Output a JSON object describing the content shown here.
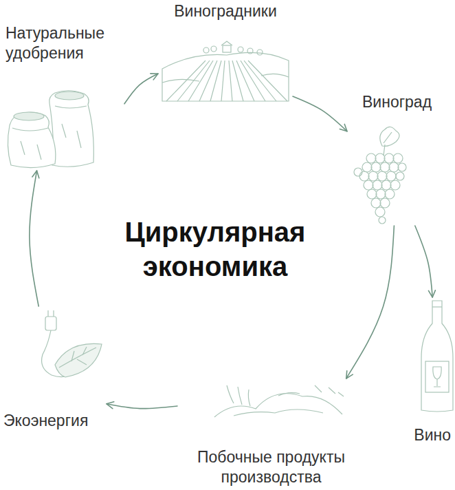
{
  "diagram": {
    "title": "Циркулярная экономика",
    "nodes": [
      {
        "text": [
          "Натуральные удобрения"
        ]
      },
      {
        "text": [
          "Виноградники"
        ]
      },
      {
        "text": [
          "Виноград"
        ]
      },
      {
        "text": [
          "Вино"
        ]
      },
      {
        "text": [
          "Побочные продукты производства"
        ]
      },
      {
        "text": [
          "Экоэнергия"
        ]
      }
    ],
    "edges": [
      {
        "from": 0,
        "to": 1,
        "arrow": "to"
      },
      {
        "from": 1,
        "to": 2,
        "arrow": "to"
      },
      {
        "from": 2,
        "to": 3,
        "arrow": "to"
      },
      {
        "from": 2,
        "to": 4,
        "arrow": "to"
      },
      {
        "from": 4,
        "to": 5,
        "arrow": "to"
      },
      {
        "from": 5,
        "to": 0,
        "arrow": "to"
      }
    ]
  }
}
